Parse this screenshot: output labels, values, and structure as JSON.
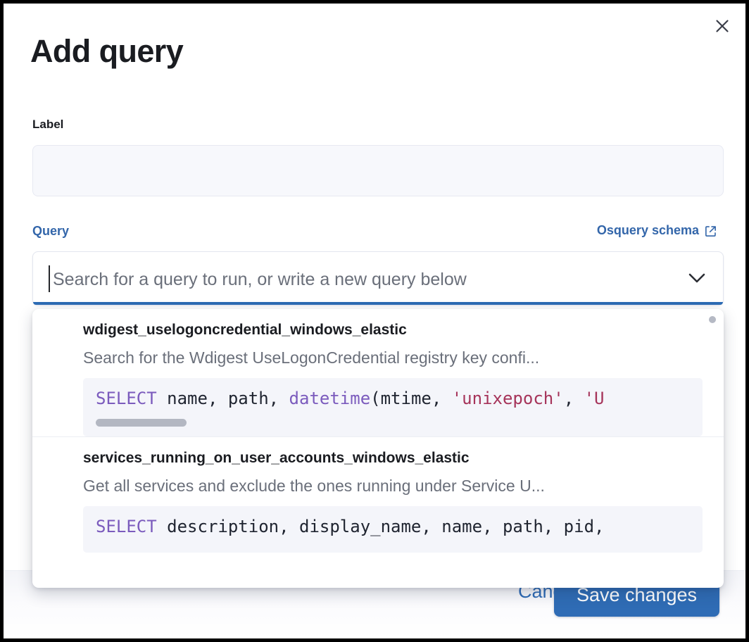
{
  "dialog": {
    "title": "Add query",
    "close_icon": "close-icon"
  },
  "label_field": {
    "label": "Label",
    "value": "",
    "placeholder": ""
  },
  "query_field": {
    "label": "Query",
    "schema_link": "Osquery schema",
    "schema_link_icon": "external-link-icon",
    "placeholder": "Search for a query to run, or write a new query below",
    "value": "",
    "chevron_icon": "chevron-down-icon"
  },
  "dropdown": {
    "options": [
      {
        "title": "wdigest_uselogoncredential_windows_elastic",
        "description": "Search for the Wdigest UseLogonCredential registry key confi...",
        "code_tokens": [
          {
            "text": "SELECT",
            "type": "keyword"
          },
          {
            "text": " name, path, ",
            "type": "plain"
          },
          {
            "text": "datetime",
            "type": "function"
          },
          {
            "text": "(mtime, ",
            "type": "plain"
          },
          {
            "text": "'unixepoch'",
            "type": "string"
          },
          {
            "text": ", ",
            "type": "plain"
          },
          {
            "text": "'U",
            "type": "string"
          }
        ],
        "has_scrollbar": true
      },
      {
        "title": "services_running_on_user_accounts_windows_elastic",
        "description": "Get all services and exclude the ones running under Service U...",
        "code_tokens": [
          {
            "text": "SELECT",
            "type": "keyword"
          },
          {
            "text": " description, display_name, name, path, pid,",
            "type": "plain"
          }
        ],
        "has_scrollbar": false
      }
    ]
  },
  "footer": {
    "cancel_label": "Cancel",
    "save_label": "Save changes"
  },
  "colors": {
    "accent_blue": "#2f6cb5",
    "link_blue": "#3366aa",
    "text_dark": "#1a1c21",
    "text_muted": "#6a6f7a",
    "code_keyword": "#7b5bbd",
    "code_string": "#a6345a",
    "code_bg": "#f4f5fa"
  }
}
